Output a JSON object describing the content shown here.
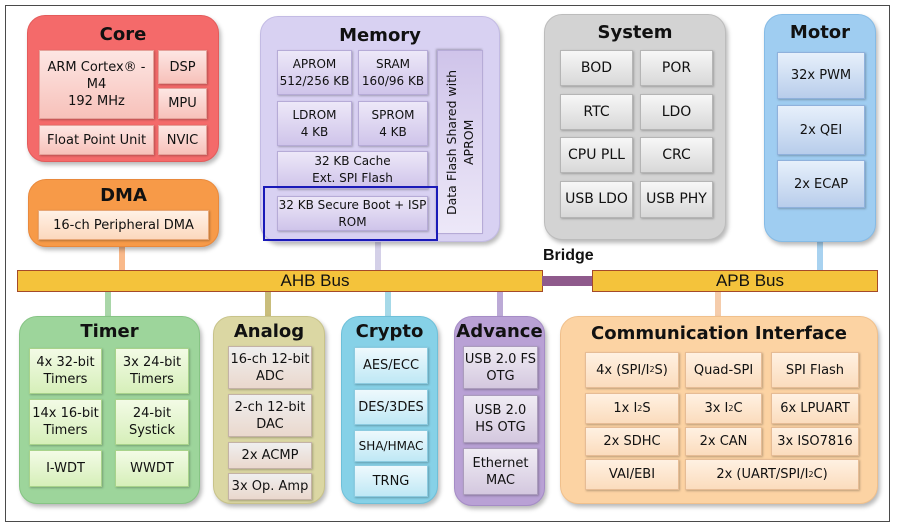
{
  "diagram": {
    "buses": {
      "ahb": "AHB Bus",
      "apb": "APB Bus",
      "bridge": "Bridge"
    },
    "groups": {
      "core": {
        "title": "Core",
        "cpu_line1": "ARM Cortex® -M4",
        "cpu_line2": "192 MHz",
        "dsp": "DSP",
        "mpu": "MPU",
        "fpu": "Float Point Unit",
        "nvic": "NVIC",
        "color": "#f46a6a"
      },
      "dma": {
        "title": "DMA",
        "items": [
          "16-ch Peripheral DMA"
        ],
        "color": "#f79a48"
      },
      "memory": {
        "title": "Memory",
        "aprom": "APROM\n512/256 KB",
        "sram": "SRAM\n160/96 KB",
        "ldrom": "LDROM\n4 KB",
        "sprom": "SPROM\n4 KB",
        "cache": "32 KB Cache\nExt. SPI Flash",
        "secure_boot": "32 KB Secure Boot + ISP\nROM",
        "data_flash": "Data Flash Shared with APROM",
        "highlight_color": "#1a1ab8",
        "color": "#d8d1f2"
      },
      "system": {
        "title": "System",
        "items": [
          "BOD",
          "POR",
          "RTC",
          "LDO",
          "CPU PLL",
          "CRC",
          "USB LDO",
          "USB PHY"
        ],
        "color": "#d3d3d3"
      },
      "motor": {
        "title": "Motor",
        "items": [
          "32x PWM",
          "2x QEI",
          "2x ECAP"
        ],
        "color": "#9fcdf1"
      },
      "timer": {
        "title": "Timer",
        "items": [
          "4x 32-bit\nTimers",
          "3x 24-bit\nTimers",
          "14x 16-bit\nTimers",
          "24-bit\nSystick",
          "I-WDT",
          "WWDT"
        ],
        "color": "#9dd59b"
      },
      "analog": {
        "title": "Analog",
        "items": [
          "16-ch 12-bit\nADC",
          "2-ch 12-bit\nDAC",
          "2x ACMP",
          "3x Op. Amp"
        ],
        "color": "#dbd7a3"
      },
      "crypto": {
        "title": "Crypto",
        "items": [
          "AES/ECC",
          "DES/3DES",
          "SHA/HMAC",
          "TRNG"
        ],
        "color": "#86d1e7"
      },
      "advance": {
        "title": "Advance",
        "items": [
          "USB 2.0 FS\nOTG",
          "USB 2.0\nHS OTG",
          "Ethernet\nMAC"
        ],
        "color": "#b9a1d5"
      },
      "comm": {
        "title": "Communication Interface",
        "spi_i2s": {
          "pre": "4x (SPI/I",
          "sup": "2",
          "post": "S)"
        },
        "quad_spi": "Quad-SPI",
        "spi_flash": "SPI Flash",
        "i2s": {
          "pre": "1x I",
          "sup": "2",
          "post": "S"
        },
        "i2c": {
          "pre": "3x I",
          "sup": "2",
          "post": "C"
        },
        "lpuart": "6x LPUART",
        "sdhc": "2x SDHC",
        "can": "2x CAN",
        "iso7816": "3x ISO7816",
        "vai_ebi": "VAI/EBI",
        "uart_spi_i2c": {
          "pre": "2x (UART/SPI/I",
          "sup": "2",
          "post": "C)"
        },
        "color": "#fcd3a3"
      }
    }
  }
}
